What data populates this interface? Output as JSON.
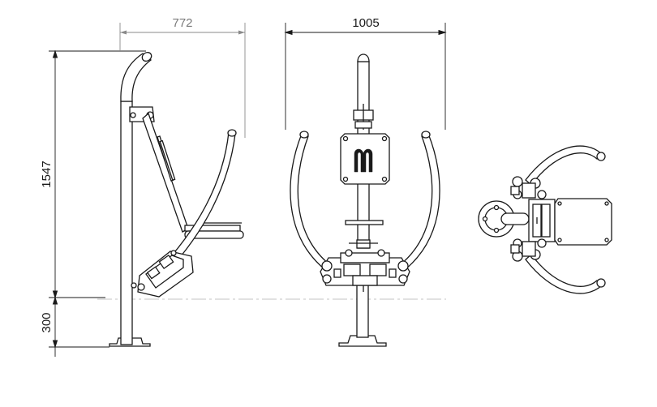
{
  "dimensions": {
    "side_width": "772",
    "front_width": "1005",
    "height_main": "1547",
    "height_base": "300"
  },
  "logo": {
    "letter": "M"
  },
  "colors": {
    "line": "#1a1a1a",
    "dimension_gray": "#7a7a7a",
    "background": "#ffffff"
  }
}
